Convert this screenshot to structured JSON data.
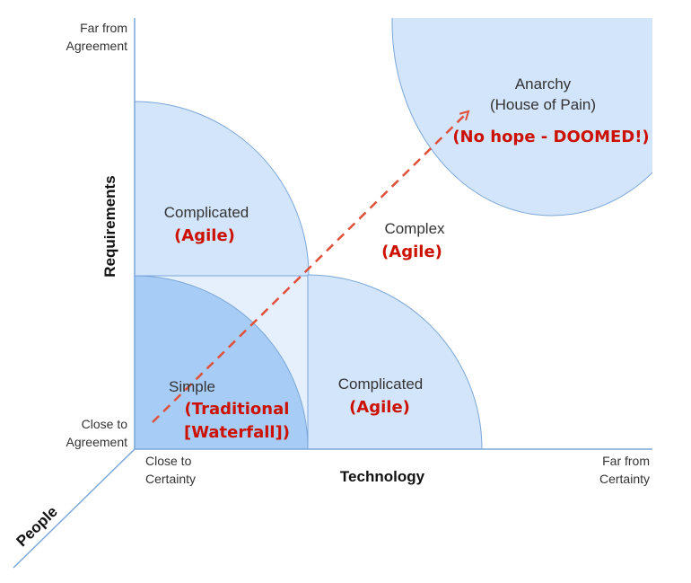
{
  "colors": {
    "simple": "#a7cdf6",
    "complicated": "#d3e5fb",
    "overlap": "#e5f0fc",
    "border": "#7ba7d8",
    "arrow": "#e0503a",
    "red_text": "#cc1100"
  },
  "y_axis": {
    "label": "Requirements",
    "top_label": [
      "Far from",
      "Agreement"
    ],
    "bottom_label": [
      "Close to",
      "Agreement"
    ]
  },
  "x_axis": {
    "label": "Technology",
    "left_label": [
      "Close to",
      "Certainty"
    ],
    "right_label": [
      "Far from",
      "Certainty"
    ]
  },
  "z_axis": {
    "label": "People"
  },
  "zones": {
    "anarchy": {
      "title": "Anarchy",
      "subtitle": "(House of Pain)",
      "note": "(No hope - DOOMED!)"
    },
    "complex": {
      "title": "Complex",
      "note": "(Agile)"
    },
    "complicated_top": {
      "title": "Complicated",
      "note": "(Agile)"
    },
    "complicated_right": {
      "title": "Complicated",
      "note": "(Agile)"
    },
    "simple": {
      "title": "Simple",
      "note_line1": "(Traditional",
      "note_line2": "[Waterfall])"
    }
  }
}
